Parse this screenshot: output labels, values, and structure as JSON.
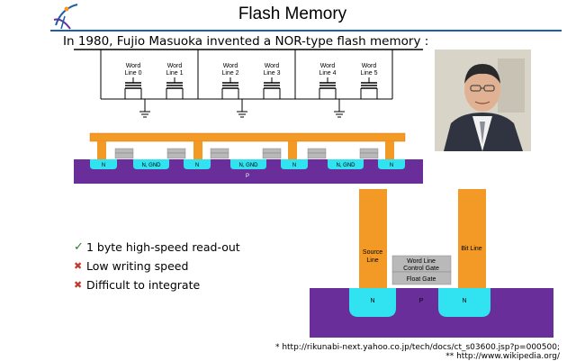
{
  "header": {
    "title": "Flash Memory",
    "intro": "In 1980, Fujio Masuoka invented a NOR-type flash memory :"
  },
  "circuit": {
    "word_lines": [
      {
        "line1": "Word",
        "line2": "Line 0"
      },
      {
        "line1": "Word",
        "line2": "Line 1"
      },
      {
        "line1": "Word",
        "line2": "Line 2"
      },
      {
        "line1": "Word",
        "line2": "Line 3"
      },
      {
        "line1": "Word",
        "line2": "Line 4"
      },
      {
        "line1": "Word",
        "line2": "Line 5"
      }
    ]
  },
  "cross_section": {
    "regions": [
      "N",
      "N, GND",
      "N",
      "N, GND",
      "N",
      "N, GND",
      "N"
    ],
    "substrate": "P"
  },
  "cell": {
    "source": {
      "line1": "Source",
      "line2": "Line"
    },
    "bit": "Bit Line",
    "control_gate": {
      "line1": "Word Line",
      "line2": "Control Gate"
    },
    "float_gate": "Float Gate",
    "n_left": "N",
    "n_right": "N",
    "p": "P"
  },
  "bullets": [
    {
      "mark": "check",
      "text": "1 byte high-speed read-out"
    },
    {
      "mark": "cross",
      "text": "Low writing speed"
    },
    {
      "mark": "cross",
      "text": "Difficult to integrate"
    }
  ],
  "references": [
    "* http://rikunabi-next.yahoo.co.jp/tech/docs/ct_s03600.jsp?p=000500;",
    "** http://www.wikipedia.org/"
  ],
  "colors": {
    "accent": "#1a5fa8",
    "orange": "#f39a26",
    "purple": "#6a2e9a",
    "cyan": "#31e3f0",
    "gray": "#b9b9b9"
  }
}
